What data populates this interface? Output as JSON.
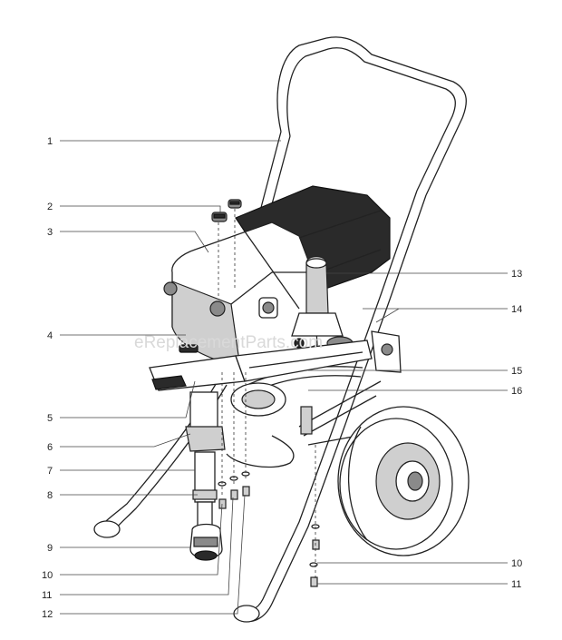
{
  "watermark": "eReplacementParts.com",
  "callouts_left": [
    {
      "label": "1"
    },
    {
      "label": "2"
    },
    {
      "label": "3"
    },
    {
      "label": "4"
    },
    {
      "label": "5"
    },
    {
      "label": "6"
    },
    {
      "label": "7"
    },
    {
      "label": "8"
    },
    {
      "label": "9"
    },
    {
      "label": "10"
    },
    {
      "label": "11"
    },
    {
      "label": "12"
    }
  ],
  "callouts_right": [
    {
      "label": "13"
    },
    {
      "label": "14"
    },
    {
      "label": "15"
    },
    {
      "label": "16"
    },
    {
      "label": "10"
    },
    {
      "label": "11"
    }
  ]
}
